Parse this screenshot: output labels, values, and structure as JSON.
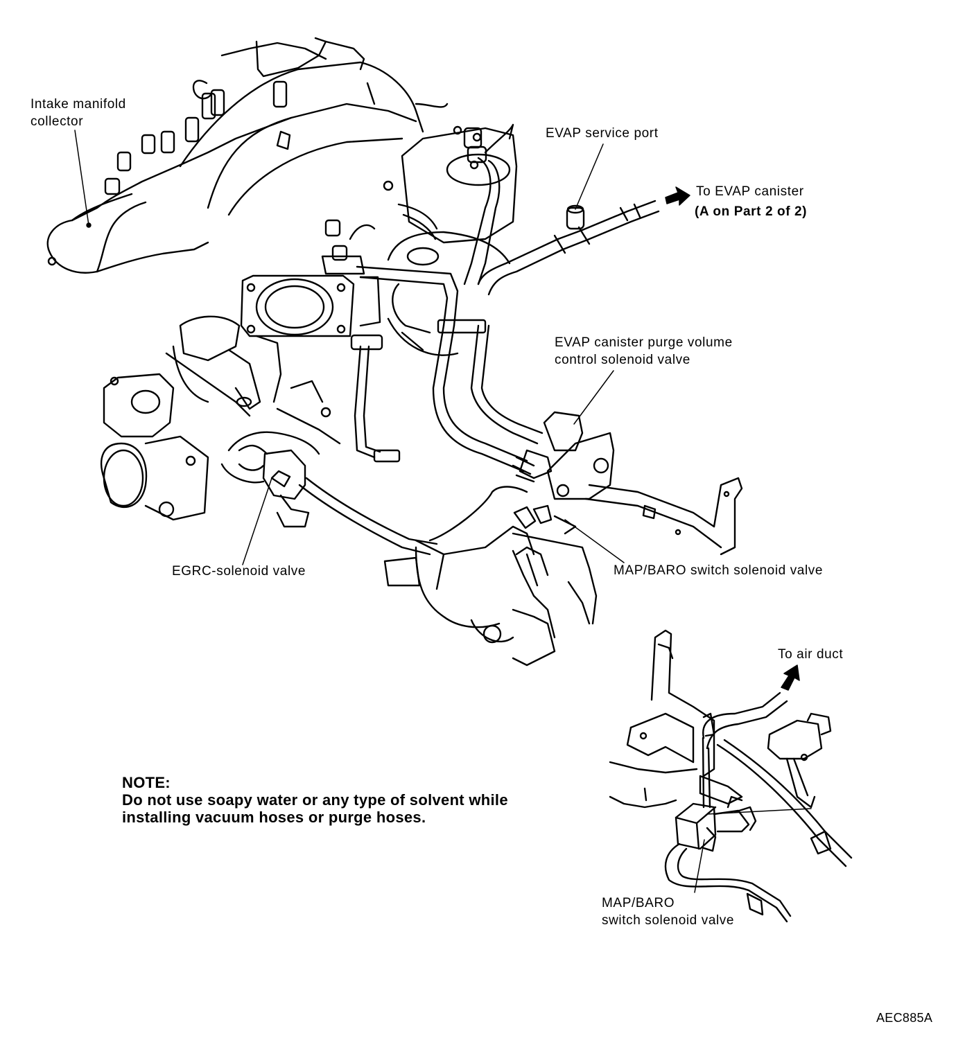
{
  "labels": {
    "intake_line1": "Intake manifold",
    "intake_line2": "collector",
    "evap_service_port": "EVAP service port",
    "to_evap_canister": "To EVAP canister",
    "part_ref": "(A on Part 2 of 2)",
    "purge_valve_line1": "EVAP canister purge volume",
    "purge_valve_line2": "control solenoid valve",
    "egrc_valve": "EGRC-solenoid valve",
    "map_baro_valve": "MAP/BARO switch solenoid valve",
    "to_air_duct": "To air duct",
    "detail_map_line1": "MAP/BARO",
    "detail_map_line2": "switch solenoid valve"
  },
  "note": {
    "heading": "NOTE:",
    "line1": "Do not use soapy water or any type of solvent while",
    "line2": "installing vacuum hoses or purge hoses."
  },
  "figure_id": "AEC885A"
}
